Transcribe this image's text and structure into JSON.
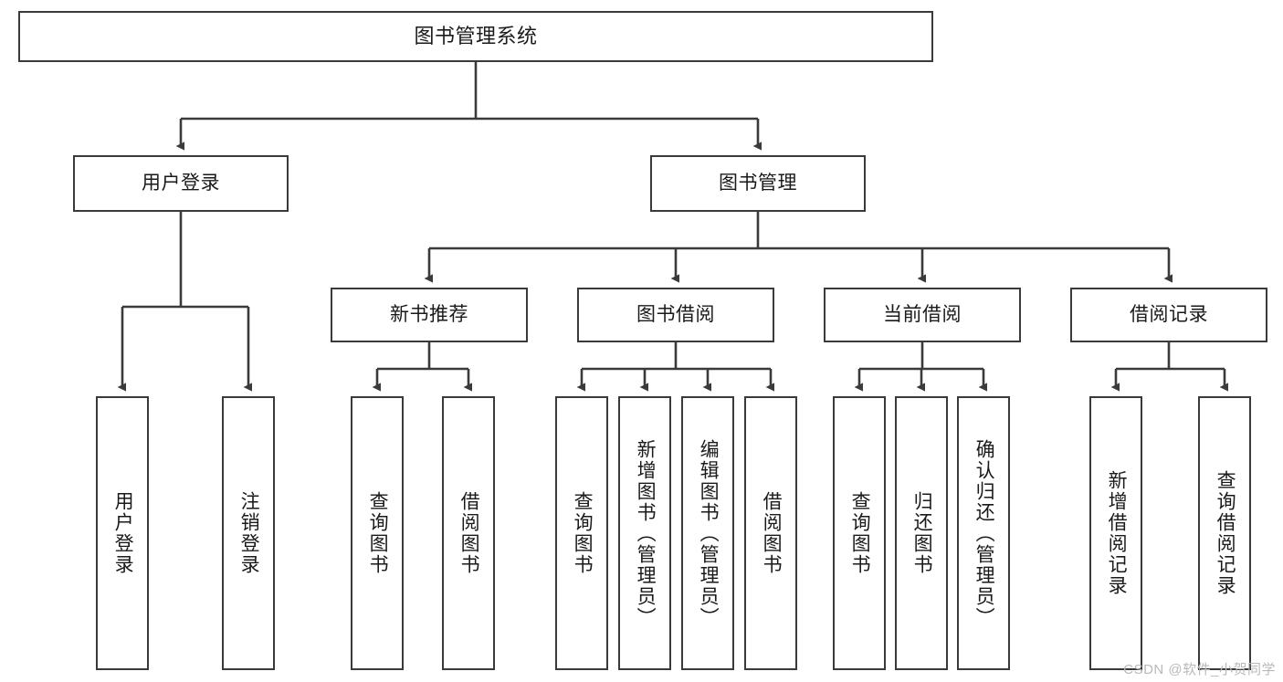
{
  "diagram": {
    "title": "图书管理系统",
    "type": "tree",
    "colors": {
      "box_border": "#3a3a3a",
      "box_fill": "#ffffff",
      "edge": "#3a3a3a",
      "text": "#1a1a1a",
      "watermark": "#b9b9b9",
      "background": "#ffffff"
    },
    "nodes": {
      "root": {
        "label": "图书管理系统"
      },
      "level2": [
        {
          "id": "user-login",
          "label": "用户登录"
        },
        {
          "id": "book-manage",
          "label": "图书管理"
        }
      ],
      "level3": [
        {
          "id": "new-book-recommend",
          "label": "新书推荐"
        },
        {
          "id": "book-borrow",
          "label": "图书借阅"
        },
        {
          "id": "current-borrow",
          "label": "当前借阅"
        },
        {
          "id": "borrow-record",
          "label": "借阅记录"
        }
      ],
      "leaves": {
        "user-login": [
          {
            "id": "leaf-user-login",
            "label": "用户登录"
          },
          {
            "id": "leaf-logout-login",
            "label": "注销登录"
          }
        ],
        "new-book-recommend": [
          {
            "id": "leaf-query-book-1",
            "label": "查询图书"
          },
          {
            "id": "leaf-borrow-book-1",
            "label": "借阅图书"
          }
        ],
        "book-borrow": [
          {
            "id": "leaf-query-book-2",
            "label": "查询图书"
          },
          {
            "id": "leaf-add-book",
            "label": "新增图书（管理员）"
          },
          {
            "id": "leaf-edit-book",
            "label": "编辑图书（管理员）"
          },
          {
            "id": "leaf-borrow-book-2",
            "label": "借阅图书"
          }
        ],
        "current-borrow": [
          {
            "id": "leaf-query-book-3",
            "label": "查询图书"
          },
          {
            "id": "leaf-return-book",
            "label": "归还图书"
          },
          {
            "id": "leaf-confirm-return",
            "label": "确认归还（管理员）"
          }
        ],
        "borrow-record": [
          {
            "id": "leaf-add-record",
            "label": "新增借阅记录"
          },
          {
            "id": "leaf-query-record",
            "label": "查询借阅记录"
          }
        ]
      }
    },
    "watermark": "CSDN @软件_小贺同学"
  }
}
